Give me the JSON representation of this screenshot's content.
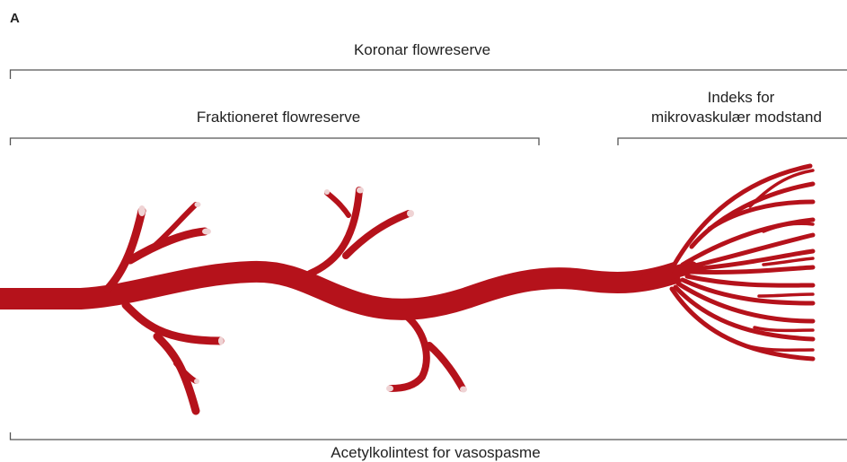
{
  "panel_letter": "A",
  "labels": {
    "coronary_flow_reserve": "Koronar flowreserve",
    "fractional_flow_reserve": "Fraktioneret flowreserve",
    "imr_line1": "Indeks for",
    "imr_line2": "mikrovaskulær modstand",
    "acetylcholine_test": "Acetylkolintest for vasospasme"
  },
  "colors": {
    "vessel": "#b5121b",
    "vessel_outline": "#8c0d14",
    "bracket": "#555555"
  }
}
